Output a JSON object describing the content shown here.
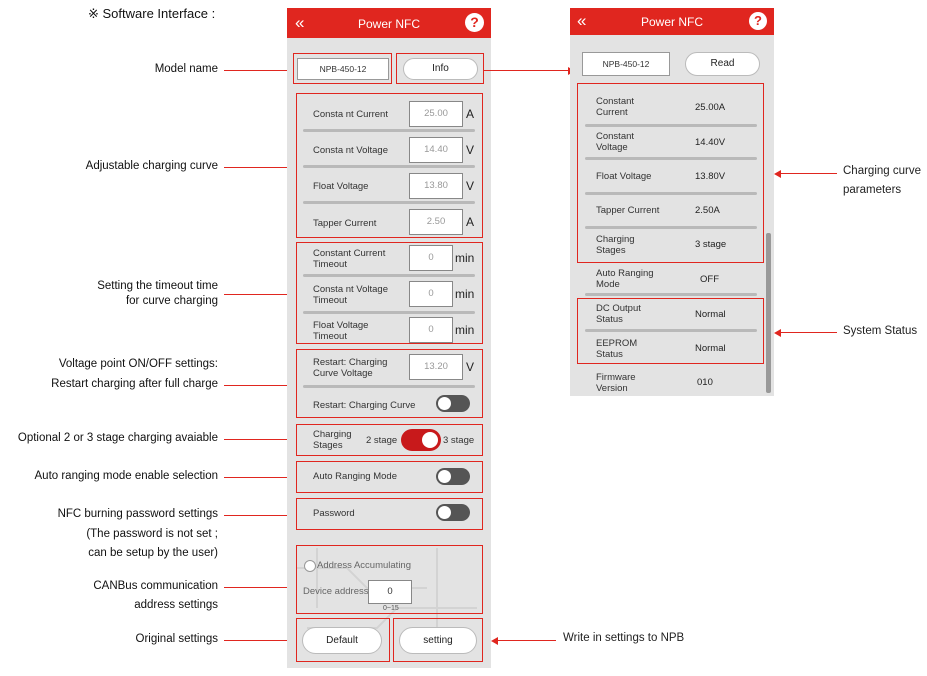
{
  "heading": "※ Software Interface :",
  "annotations_left": {
    "model_name": "Model name",
    "adjustable_curve": "Adjustable charging curve",
    "timeout_1": "Setting the timeout time",
    "timeout_2": "for curve charging",
    "voltage_point_1": "Voltage point ON/OFF settings:",
    "voltage_point_2": "Restart charging after full charge",
    "stage_option": "Optional 2 or 3 stage charging avaiable",
    "auto_ranging": "Auto ranging mode enable selection",
    "password_1": "NFC burning password settings",
    "password_2": "(The password is not set ;",
    "password_3": "can be setup by the user)",
    "canbus_1": "CANBus communication",
    "canbus_2": "address settings",
    "original": "Original settings"
  },
  "annotations_right": {
    "write_in": "Write in settings to NPB",
    "curve_params_1": "Charging curve",
    "curve_params_2": "parameters",
    "system_status": "System Status"
  },
  "left_phone": {
    "app_title": "Power NFC",
    "back_glyph": "«",
    "help_glyph": "?",
    "model_value": "NPB-450-12",
    "info_button": "Info",
    "curve": [
      {
        "label": "Consta nt Current",
        "value": "25.00",
        "unit": "A"
      },
      {
        "label": "Consta nt Voltage",
        "value": "14.40",
        "unit": "V"
      },
      {
        "label": "Float Voltage",
        "value": "13.80",
        "unit": "V"
      },
      {
        "label": "Tapper Current",
        "value": "2.50",
        "unit": "A"
      }
    ],
    "timeouts": [
      {
        "label1": "Constant Current",
        "label2": "Timeout",
        "value": "0",
        "unit": "min"
      },
      {
        "label1": "Consta nt Voltage",
        "label2": "Timeout",
        "value": "0",
        "unit": "min"
      },
      {
        "label1": "Float Voltage",
        "label2": "Timeout",
        "value": "0",
        "unit": "min"
      }
    ],
    "restart_voltage_label1": "Restart: Charging",
    "restart_voltage_label2": "Curve Voltage",
    "restart_voltage_value": "13.20",
    "restart_voltage_unit": "V",
    "restart_curve_label": "Restart: Charging Curve",
    "stages_label1": "Charging",
    "stages_label2": "Stages",
    "stage_2": "2 stage",
    "stage_3": "3 stage",
    "auto_ranging_label": "Auto Ranging Mode",
    "password_label": "Password",
    "address_accumulating": "Address Accumulating",
    "device_address_label": "Device address",
    "device_address_value": "0",
    "device_address_range": "0~15",
    "default_button": "Default",
    "setting_button": "setting"
  },
  "right_phone": {
    "app_title": "Power NFC",
    "back_glyph": "«",
    "help_glyph": "?",
    "model_value": "NPB-450-12",
    "read_button": "Read",
    "params": [
      {
        "label1": "Constant",
        "label2": "Current",
        "value": "25.00A"
      },
      {
        "label1": "Constant",
        "label2": "Voltage",
        "value": "14.40V"
      },
      {
        "label1": "Float Voltage",
        "label2": "",
        "value": "13.80V"
      },
      {
        "label1": "Tapper Current",
        "label2": "",
        "value": "2.50A"
      },
      {
        "label1": "Charging",
        "label2": "Stages",
        "value": "3 stage"
      }
    ],
    "auto_ranging": {
      "label1": "Auto Ranging",
      "label2": "Mode",
      "value": "OFF"
    },
    "status": [
      {
        "label1": "DC Output",
        "label2": "Status",
        "value": "Normal"
      },
      {
        "label1": "EEPROM",
        "label2": "Status",
        "value": "Normal"
      }
    ],
    "firmware": {
      "label1": "Firmware",
      "label2": "Version",
      "value": "010"
    }
  },
  "colors": {
    "accent": "#e0261f",
    "phone_bg": "#e3e3e3",
    "toggle_off": "#555555",
    "toggle_on": "#c8191b"
  }
}
